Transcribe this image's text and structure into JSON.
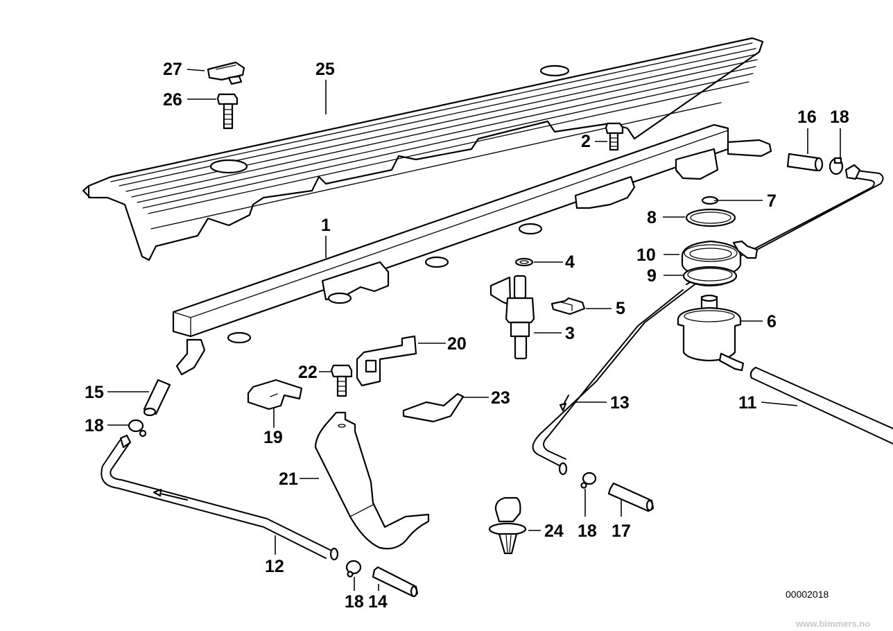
{
  "diagram": {
    "title": "Fuel injection rail / pressure regulator exploded view",
    "drawing_number": "00002018",
    "watermark": "www.bimmers.no",
    "parts": [
      {
        "ref": "1",
        "name": "fuel-rail"
      },
      {
        "ref": "2",
        "name": "hex-bolt"
      },
      {
        "ref": "3",
        "name": "fuel-injector"
      },
      {
        "ref": "4",
        "name": "o-ring-small"
      },
      {
        "ref": "5",
        "name": "injector-clip"
      },
      {
        "ref": "6",
        "name": "pressure-regulator"
      },
      {
        "ref": "7",
        "name": "o-ring"
      },
      {
        "ref": "8",
        "name": "o-ring-large"
      },
      {
        "ref": "9",
        "name": "ring"
      },
      {
        "ref": "10",
        "name": "clamp-ring"
      },
      {
        "ref": "11",
        "name": "vacuum-hose"
      },
      {
        "ref": "12",
        "name": "fuel-line-return"
      },
      {
        "ref": "13",
        "name": "fuel-line"
      },
      {
        "ref": "14",
        "name": "hose"
      },
      {
        "ref": "15",
        "name": "hose"
      },
      {
        "ref": "16",
        "name": "hose"
      },
      {
        "ref": "17",
        "name": "hose"
      },
      {
        "ref": "18",
        "name": "hose-clamp"
      },
      {
        "ref": "19",
        "name": "holder"
      },
      {
        "ref": "20",
        "name": "bracket"
      },
      {
        "ref": "21",
        "name": "support-bracket"
      },
      {
        "ref": "22",
        "name": "hex-bolt"
      },
      {
        "ref": "23",
        "name": "bracket-plate"
      },
      {
        "ref": "24",
        "name": "expanding-rivet"
      },
      {
        "ref": "25",
        "name": "injector-cover"
      },
      {
        "ref": "26",
        "name": "hex-bolt"
      },
      {
        "ref": "27",
        "name": "cover-cap"
      }
    ],
    "labels": {
      "l1": "1",
      "l2": "2",
      "l3": "3",
      "l4": "4",
      "l5": "5",
      "l6": "6",
      "l7": "7",
      "l8": "8",
      "l9": "9",
      "l10": "10",
      "l11": "11",
      "l12": "12",
      "l13": "13",
      "l14": "14",
      "l15": "15",
      "l16": "16",
      "l17": "17",
      "l18a": "18",
      "l18b": "18",
      "l18c": "18",
      "l18d": "18",
      "l19": "19",
      "l20": "20",
      "l21": "21",
      "l22": "22",
      "l23": "23",
      "l24": "24",
      "l25": "25",
      "l26": "26",
      "l27": "27"
    }
  }
}
